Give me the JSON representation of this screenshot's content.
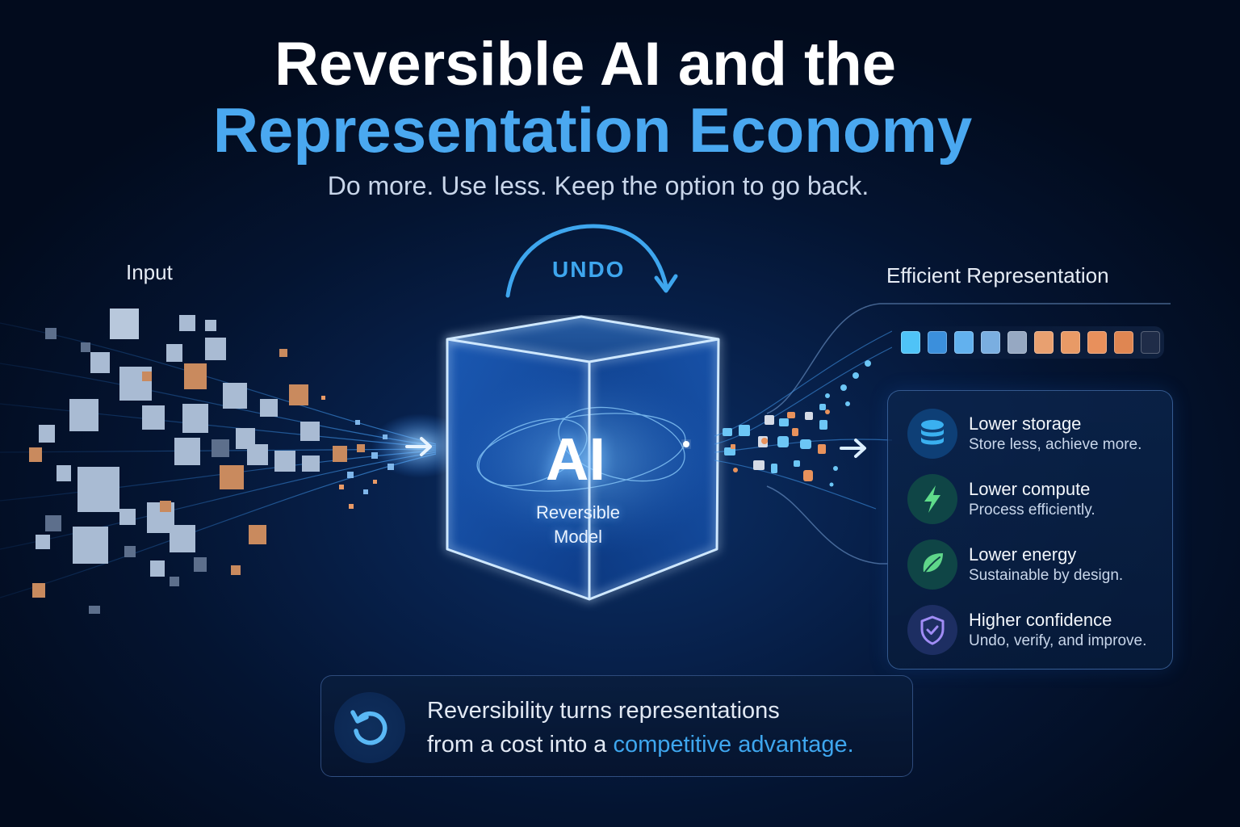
{
  "header": {
    "title_line1": "Reversible AI and the",
    "title_line2": "Representation Economy",
    "subtitle": "Do more. Use less. Keep the option to go back."
  },
  "colors": {
    "background": "#041431",
    "accent_blue": "#3ea6ee",
    "title_blue": "#4aa8f0",
    "orange": "#e8925c",
    "green": "#5fd68a",
    "purple": "#9b86f0"
  },
  "input": {
    "label": "Input",
    "icon": "cube-cloud-icon"
  },
  "model": {
    "undo_label": "UNDO",
    "undo_icon": "curved-arrow-icon",
    "title": "AI",
    "subtitle_line1": "Reversible",
    "subtitle_line2": "Model"
  },
  "output": {
    "label": "Efficient Representation",
    "tokens": [
      {
        "color": "#4fc3f7"
      },
      {
        "color": "#3b8fdc"
      },
      {
        "color": "#62b1ee"
      },
      {
        "color": "#7aaee0"
      },
      {
        "color": "#96a8c2"
      },
      {
        "color": "#e8a070"
      },
      {
        "color": "#e89a66"
      },
      {
        "color": "#e8905c"
      },
      {
        "color": "#df8652"
      },
      {
        "color": "#1f2c48"
      }
    ]
  },
  "benefits": [
    {
      "title": "Lower storage",
      "desc": "Store less, achieve more.",
      "icon": "database-icon",
      "icon_color": "#3ab0f0",
      "bg": "#0e3f76"
    },
    {
      "title": "Lower compute",
      "desc": "Process efficiently.",
      "icon": "lightning-icon",
      "icon_color": "#5fdc8a",
      "bg": "#0f4546"
    },
    {
      "title": "Lower energy",
      "desc": "Sustainable by design.",
      "icon": "leaf-icon",
      "icon_color": "#5fd68a",
      "bg": "#0f4546"
    },
    {
      "title": "Higher confidence",
      "desc": "Undo, verify, and improve.",
      "icon": "shield-check-icon",
      "icon_color": "#a08cf5",
      "bg": "#1d2e62"
    }
  ],
  "callout": {
    "icon": "undo-rotate-icon",
    "line1": "Reversibility turns representations",
    "line2_prefix": "from a cost into a ",
    "line2_highlight": "competitive advantage."
  }
}
